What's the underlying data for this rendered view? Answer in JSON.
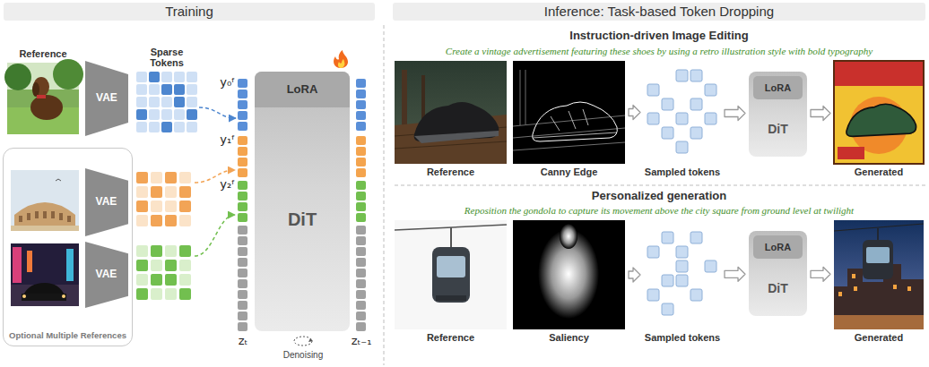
{
  "diagram": {
    "nodes": [
      {
        "text": [
          "Training"
        ]
      },
      {
        "text": [
          "Inference: Task-based Token Dropping"
        ]
      },
      {
        "text": [
          "Reference"
        ]
      },
      {
        "text": [
          "VAE"
        ]
      },
      {
        "text": [
          "Sparse Tokens"
        ]
      },
      {
        "text": [
          "Optional Multiple References"
        ]
      },
      {
        "text": [
          "VAE"
        ],
        "in": 5
      },
      {
        "text": [
          "VAE"
        ],
        "in": 5
      },
      {
        "text": [
          "y₀ᶠ"
        ]
      },
      {
        "text": [
          "y₁ᶠ"
        ]
      },
      {
        "text": [
          "y₂ᶠ"
        ]
      },
      {
        "text": [
          "DiT"
        ]
      },
      {
        "text": [
          "LoRA"
        ],
        "in": 11
      },
      {
        "text": [
          "Reference"
        ]
      },
      {
        "text": [
          "Canny Edge"
        ]
      },
      {
        "text": [
          "Sampled tokens"
        ]
      },
      {
        "text": [
          "DiT"
        ]
      },
      {
        "text": [
          "LoRA"
        ],
        "in": 16
      },
      {
        "text": [
          "Generated"
        ]
      },
      {
        "text": [
          "Reference"
        ]
      },
      {
        "text": [
          "Saliency"
        ]
      },
      {
        "text": [
          "Sampled tokens"
        ]
      },
      {
        "text": [
          "DiT"
        ]
      },
      {
        "text": [
          "LoRA"
        ],
        "in": 22
      },
      {
        "text": [
          "Generated"
        ]
      }
    ],
    "edges": [
      {
        "from": 4,
        "to": 8,
        "arrow": "to"
      },
      {
        "from": 14,
        "to": 15,
        "arrow": "to"
      },
      {
        "from": 15,
        "to": 16,
        "arrow": "to"
      },
      {
        "from": 16,
        "to": 18,
        "arrow": "to"
      },
      {
        "from": 20,
        "to": 21,
        "arrow": "to"
      },
      {
        "from": 21,
        "to": 22,
        "arrow": "to"
      },
      {
        "from": 22,
        "to": 24,
        "arrow": "to"
      }
    ],
    "labels": [
      "zₜ",
      "zₜ₋₁",
      "Denoising",
      "Instruction-driven Image Editing",
      "Create a vintage advertisement featuring these shoes by using a retro illustration style with bold typography",
      "Personalized generation",
      "Reposition the gondola to capture its movement above the city square from ground level at twilight"
    ]
  }
}
